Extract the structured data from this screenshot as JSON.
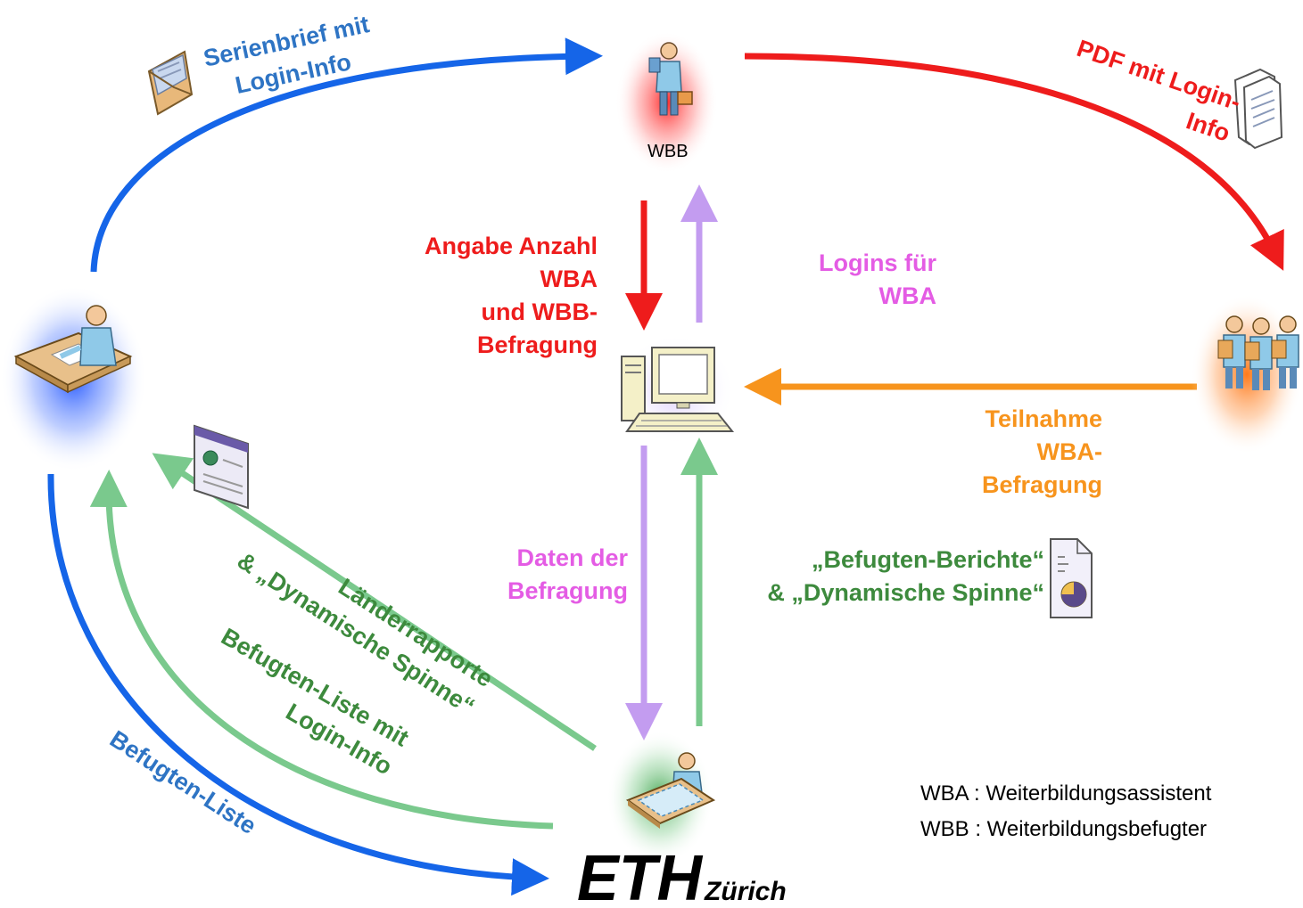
{
  "labels": {
    "serienbrief": [
      "Serienbrief mit",
      "Login-Info"
    ],
    "pdf": [
      "PDF mit Login-",
      "Info"
    ],
    "wbb_caption": "WBB",
    "angabe": [
      "Angabe Anzahl",
      "WBA",
      "und WBB-",
      "Befragung"
    ],
    "logins": [
      "Logins für",
      "WBA"
    ],
    "teilnahme": [
      "Teilnahme",
      "WBA-",
      "Befragung"
    ],
    "daten": [
      "Daten der",
      "Befragung"
    ],
    "berichte": [
      "„Befugten-Berichte“",
      "& „Dynamische Spinne“"
    ],
    "laender": [
      "Länderrapporte",
      "& „Dynamische Spinne“"
    ],
    "befugten_login": [
      "Befugten-Liste mit",
      "Login-Info"
    ],
    "befugten_liste": "Befugten-Liste",
    "eth": "ETH",
    "zurich": "Zürich"
  },
  "legend": [
    "WBA : Weiterbildungsassistent",
    "WBB : Weiterbildungsbefugter"
  ],
  "colors": {
    "blue": "#1565e8",
    "red": "#ee1c1c",
    "purple": "#c39cf0",
    "green": "#7ac98d",
    "orange": "#f7941d",
    "label_blue": "#2e74c4",
    "label_red": "#ee1c1c",
    "label_magenta": "#e45ce4",
    "label_green": "#3d8a3d",
    "label_orange": "#f7941d"
  },
  "icons": [
    "serienbrief-envelope-icon",
    "wbb-person-icon",
    "pdf-document-icon",
    "office-person-icon",
    "computer-icon",
    "wba-group-icon",
    "report-web-icon",
    "report-chart-icon",
    "eth-person-icon"
  ]
}
